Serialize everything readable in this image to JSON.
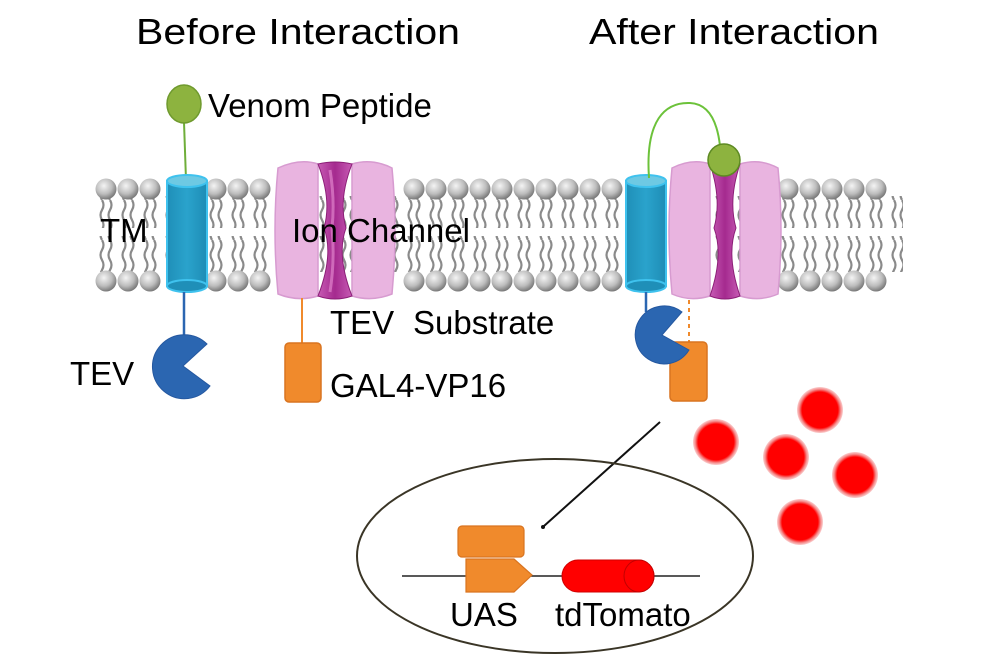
{
  "titles": {
    "before": "Before Interaction",
    "after": "After Interaction"
  },
  "labels": {
    "venom_peptide": "Venom Peptide",
    "tm": "TM",
    "ion_channel": "Ion Channel",
    "tev_substrate_a": "TEV",
    "tev_substrate_b": "Substrate",
    "tev": "TEV",
    "gal4": "GAL4-VP16",
    "uas": "UAS",
    "tdtomato": "tdTomato"
  },
  "colors": {
    "venom_green": "#8db33f",
    "tm_blue": "#2aa0c8",
    "tm_rim": "#3fc2ee",
    "tev_blue": "#2b66b1",
    "gal4_orange": "#f08a2c",
    "channel_pink": "#e9b4e0",
    "channel_core": "#b23c9c",
    "tdtomato_red": "#ff0000",
    "lipid_gray": "#9a9a9a"
  },
  "tdtomato_protein_count": 5
}
